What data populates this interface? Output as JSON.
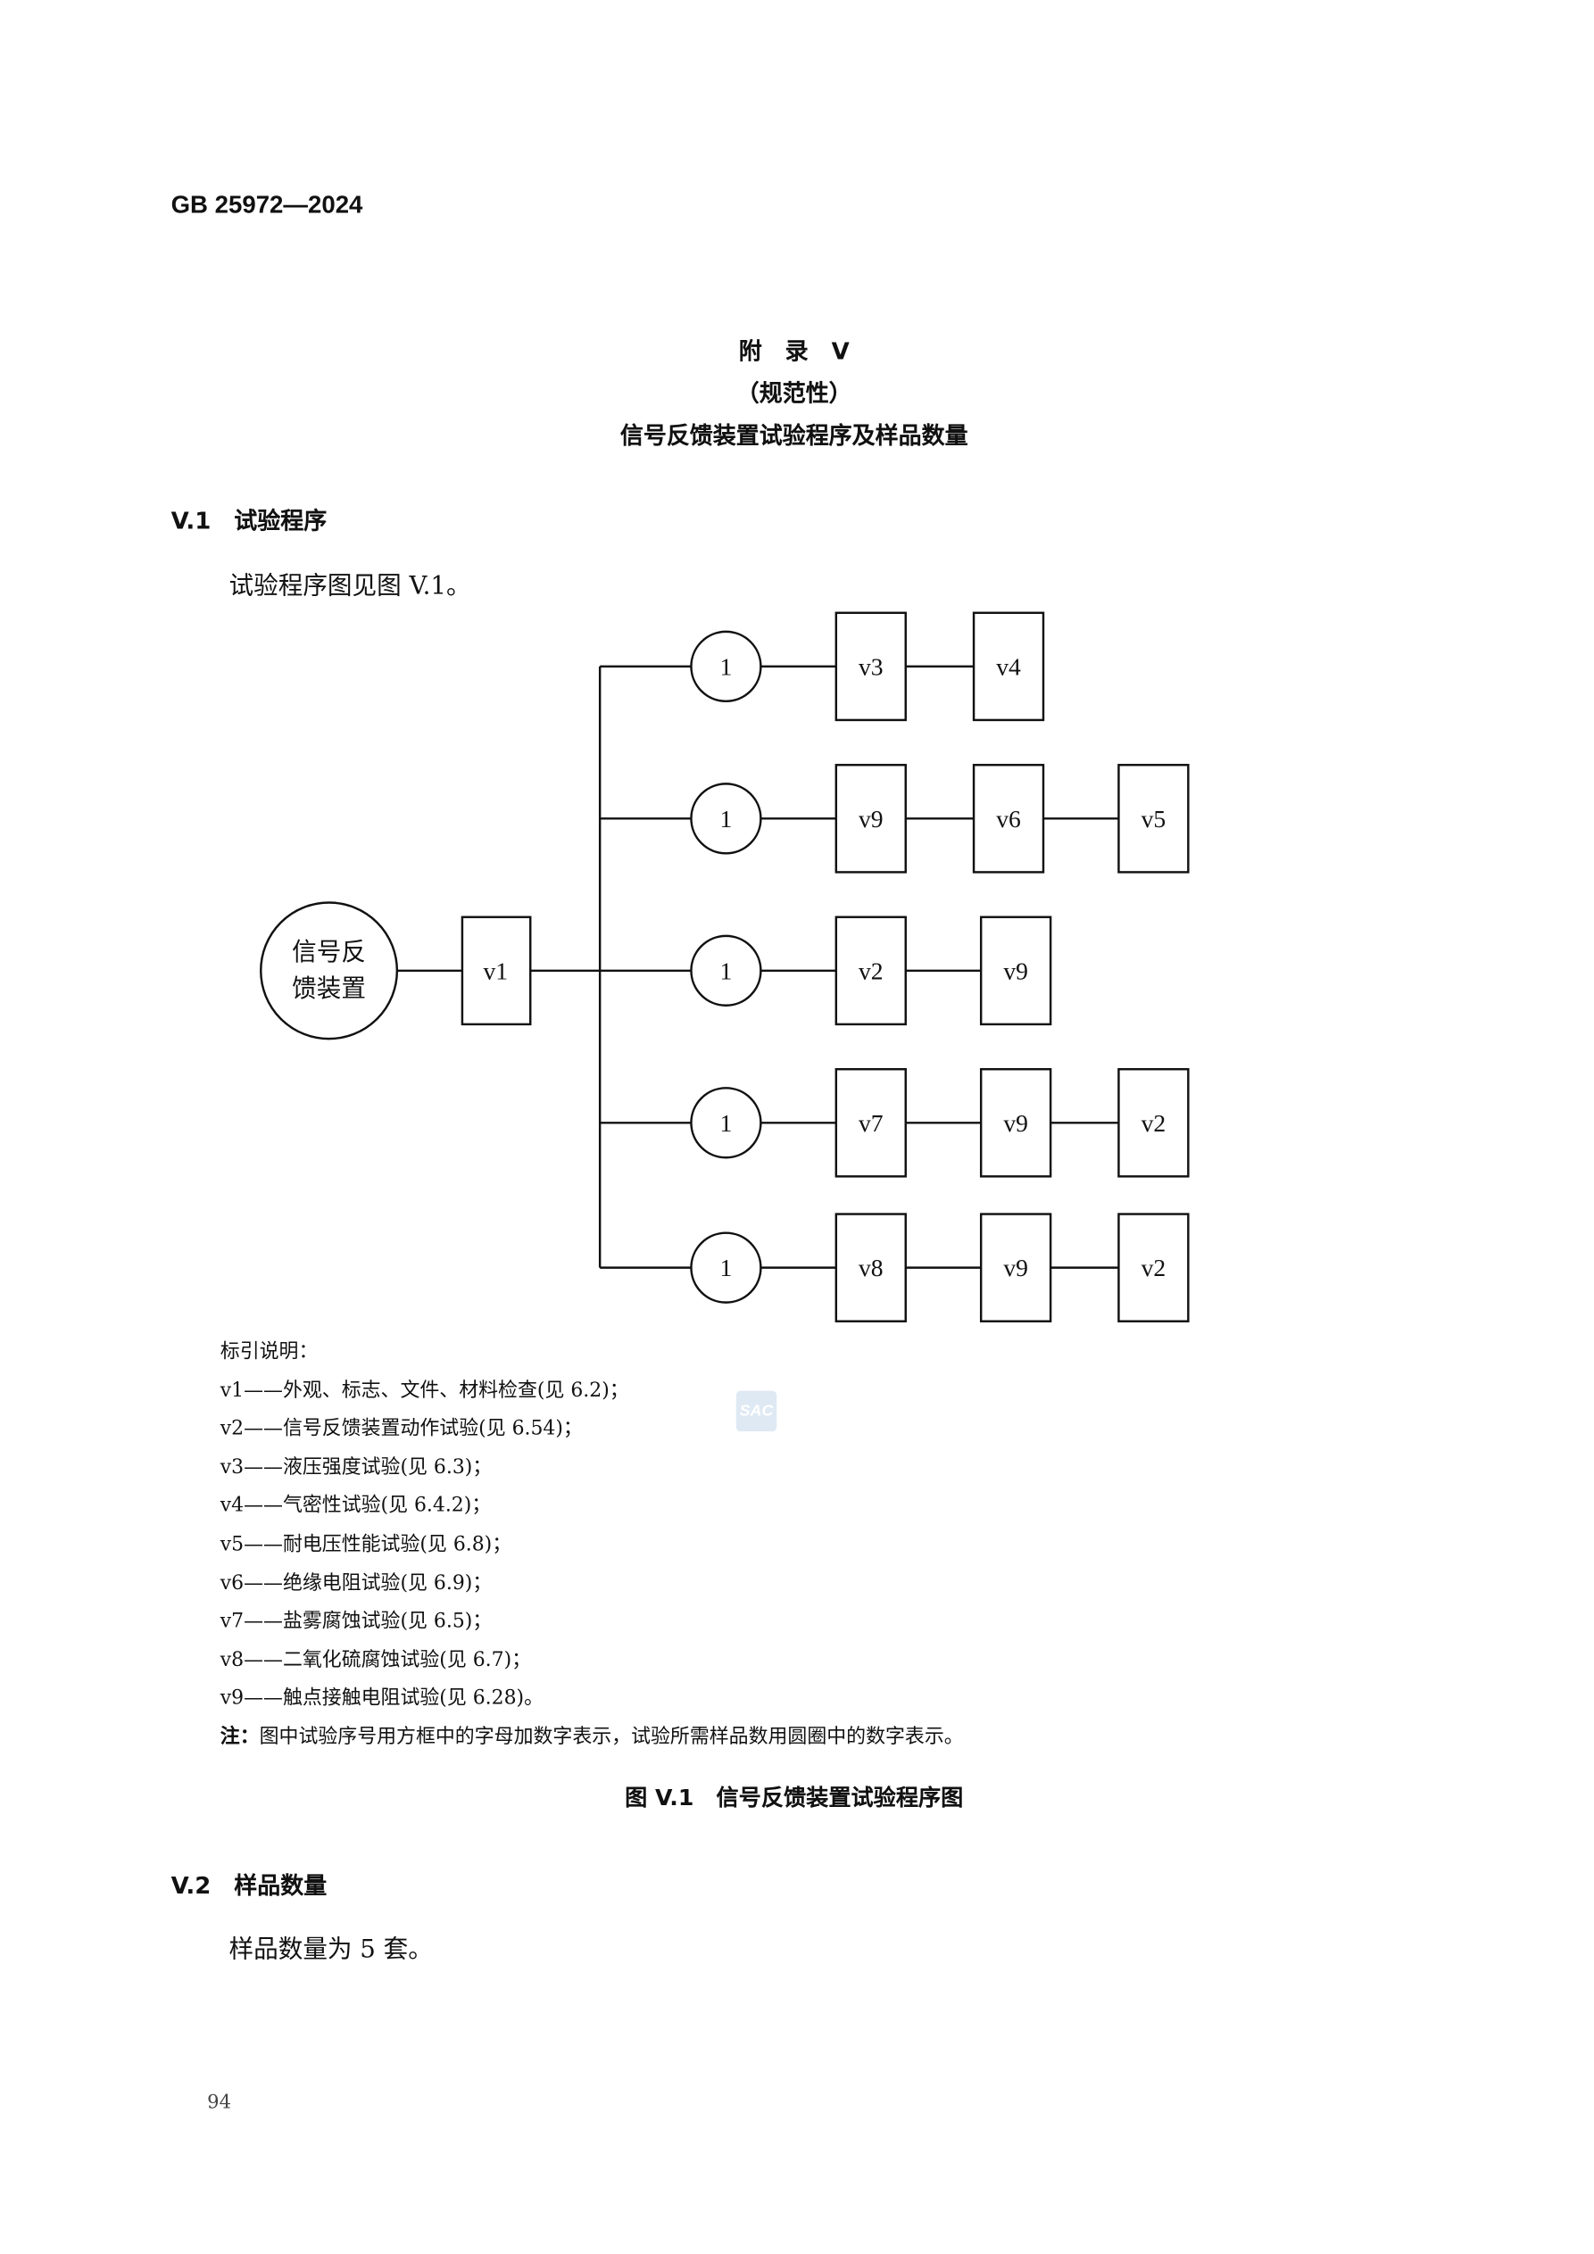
{
  "header": {
    "standard_number": "GB 25972—2024"
  },
  "title": {
    "annex": "附　录　V",
    "nature": "（规范性）",
    "name": "信号反馈装置试验程序及样品数量"
  },
  "section1": {
    "heading": "V.1　试验程序",
    "text": "试验程序图见图 V.1。"
  },
  "diagram": {
    "source_label_line1": "信号反",
    "source_label_line2": "馈装置",
    "first_test": "v1",
    "branches": [
      {
        "samples": "1",
        "tests": [
          "v3",
          "v4"
        ]
      },
      {
        "samples": "1",
        "tests": [
          "v9",
          "v6",
          "v5"
        ]
      },
      {
        "samples": "1",
        "tests": [
          "v2",
          "v9"
        ]
      },
      {
        "samples": "1",
        "tests": [
          "v7",
          "v9",
          "v2"
        ]
      },
      {
        "samples": "1",
        "tests": [
          "v8",
          "v9",
          "v2"
        ]
      }
    ]
  },
  "legend": {
    "title": "标引说明：",
    "items": [
      "v1——外观、标志、文件、材料检查(见 6.2)；",
      "v2——信号反馈装置动作试验(见 6.54)；",
      "v3——液压强度试验(见 6.3)；",
      "v4——气密性试验(见 6.4.2)；",
      "v5——耐电压性能试验(见 6.8)；",
      "v6——绝缘电阻试验(见 6.9)；",
      "v7——盐雾腐蚀试验(见 6.5)；",
      "v8——二氧化硫腐蚀试验(见 6.7)；",
      "v9——触点接触电阻试验(见 6.28)。"
    ],
    "note_label": "注：",
    "note_text": "图中试验序号用方框中的字母加数字表示，试验所需样品数用圆圈中的数字表示。"
  },
  "figure_caption": "图 V.1　信号反馈装置试验程序图",
  "section2": {
    "heading": "V.2　样品数量",
    "text": "样品数量为 5 套。"
  },
  "watermark": "SAC",
  "page_number": "94"
}
